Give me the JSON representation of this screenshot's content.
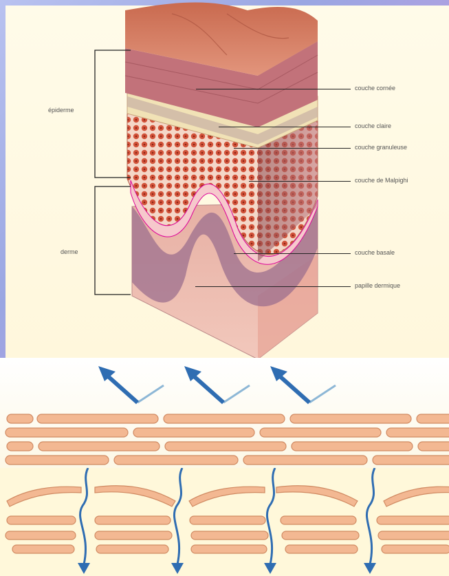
{
  "diagram": {
    "regions": {
      "epiderme": "épiderme",
      "derme": "derme"
    },
    "layers": [
      "couche cornée",
      "couche claire",
      "couche granuleuse",
      "couche de Malpighi",
      "couche basale",
      "papille dermique"
    ]
  },
  "colors": {
    "cell_fill": "#f3b892",
    "cell_stroke": "#d08a62",
    "arrow_blue": "#2f6db2",
    "band_bg": "#fff8da"
  }
}
